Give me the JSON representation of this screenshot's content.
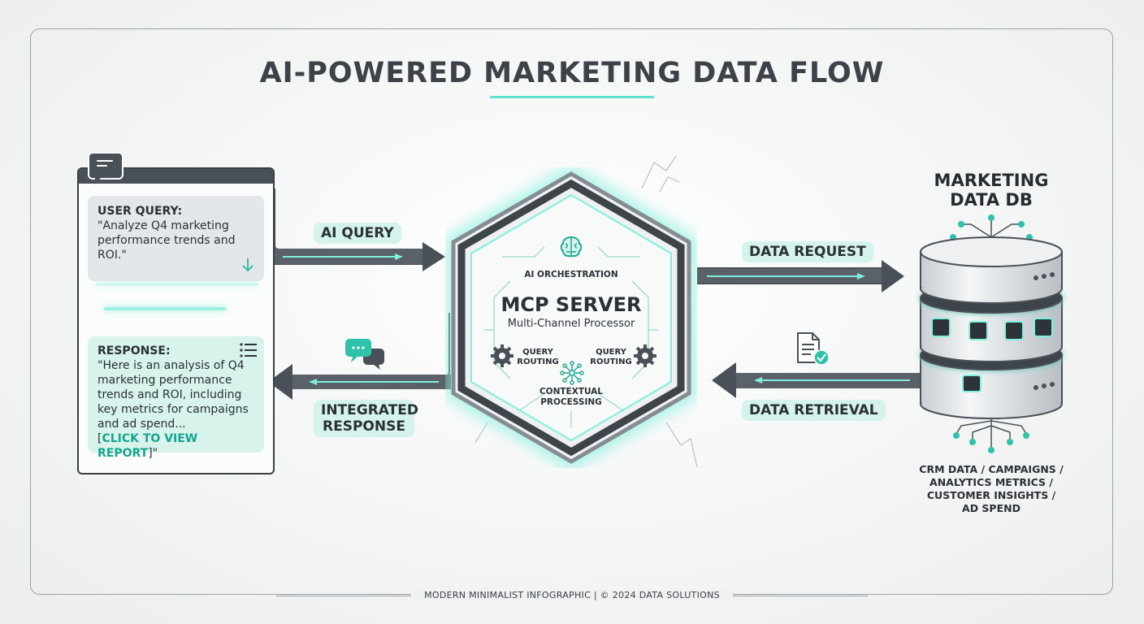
{
  "title": "AI-POWERED MARKETING DATA FLOW",
  "client": {
    "query_heading": "USER QUERY:",
    "query_text": "\"Analyze Q4 marketing performance trends and ROI.\"",
    "response_heading": "RESPONSE:",
    "response_text": "\"Here is an analysis of Q4 marketing performance trends and ROI, including key metrics for campaigns and ad spend...",
    "response_link_open": "[",
    "response_link": "CLICK TO VIEW REPORT",
    "response_link_close": "]\""
  },
  "flows": {
    "ai_query": "AI QUERY",
    "integrated_response_line1": "INTEGRATED",
    "integrated_response_line2": "RESPONSE",
    "data_request": "DATA REQUEST",
    "data_retrieval": "DATA RETRIEVAL"
  },
  "server": {
    "orchestration": "AI ORCHESTRATION",
    "name": "MCP SERVER",
    "subtitle": "Multi-Channel Processor",
    "routing_left_1": "QUERY",
    "routing_left_2": "ROUTING",
    "routing_right_1": "QUERY",
    "routing_right_2": "ROUTING",
    "contextual_1": "CONTEXTUAL",
    "contextual_2": "PROCESSING"
  },
  "database": {
    "title_line1": "MARKETING",
    "title_line2": "DATA DB",
    "caption_line1": "CRM DATA / CAMPAIGNS /",
    "caption_line2": "ANALYTICS METRICS /",
    "caption_line3": "CUSTOMER INSIGHTS /",
    "caption_line4": "AD SPEND"
  },
  "footer": "MODERN MINIMALIST INFOGRAPHIC | © 2024 DATA SOLUTIONS",
  "colors": {
    "accent": "#5ee0cc",
    "accent_light": "#d4f3ec",
    "dark": "#4a5057",
    "text": "#2e3338"
  },
  "icons": [
    "chat-icon",
    "list-icon",
    "down-arrow-icon",
    "speech-bubbles-icon",
    "brain-icon",
    "gear-icon",
    "network-icon",
    "document-check-icon",
    "database-icon"
  ]
}
